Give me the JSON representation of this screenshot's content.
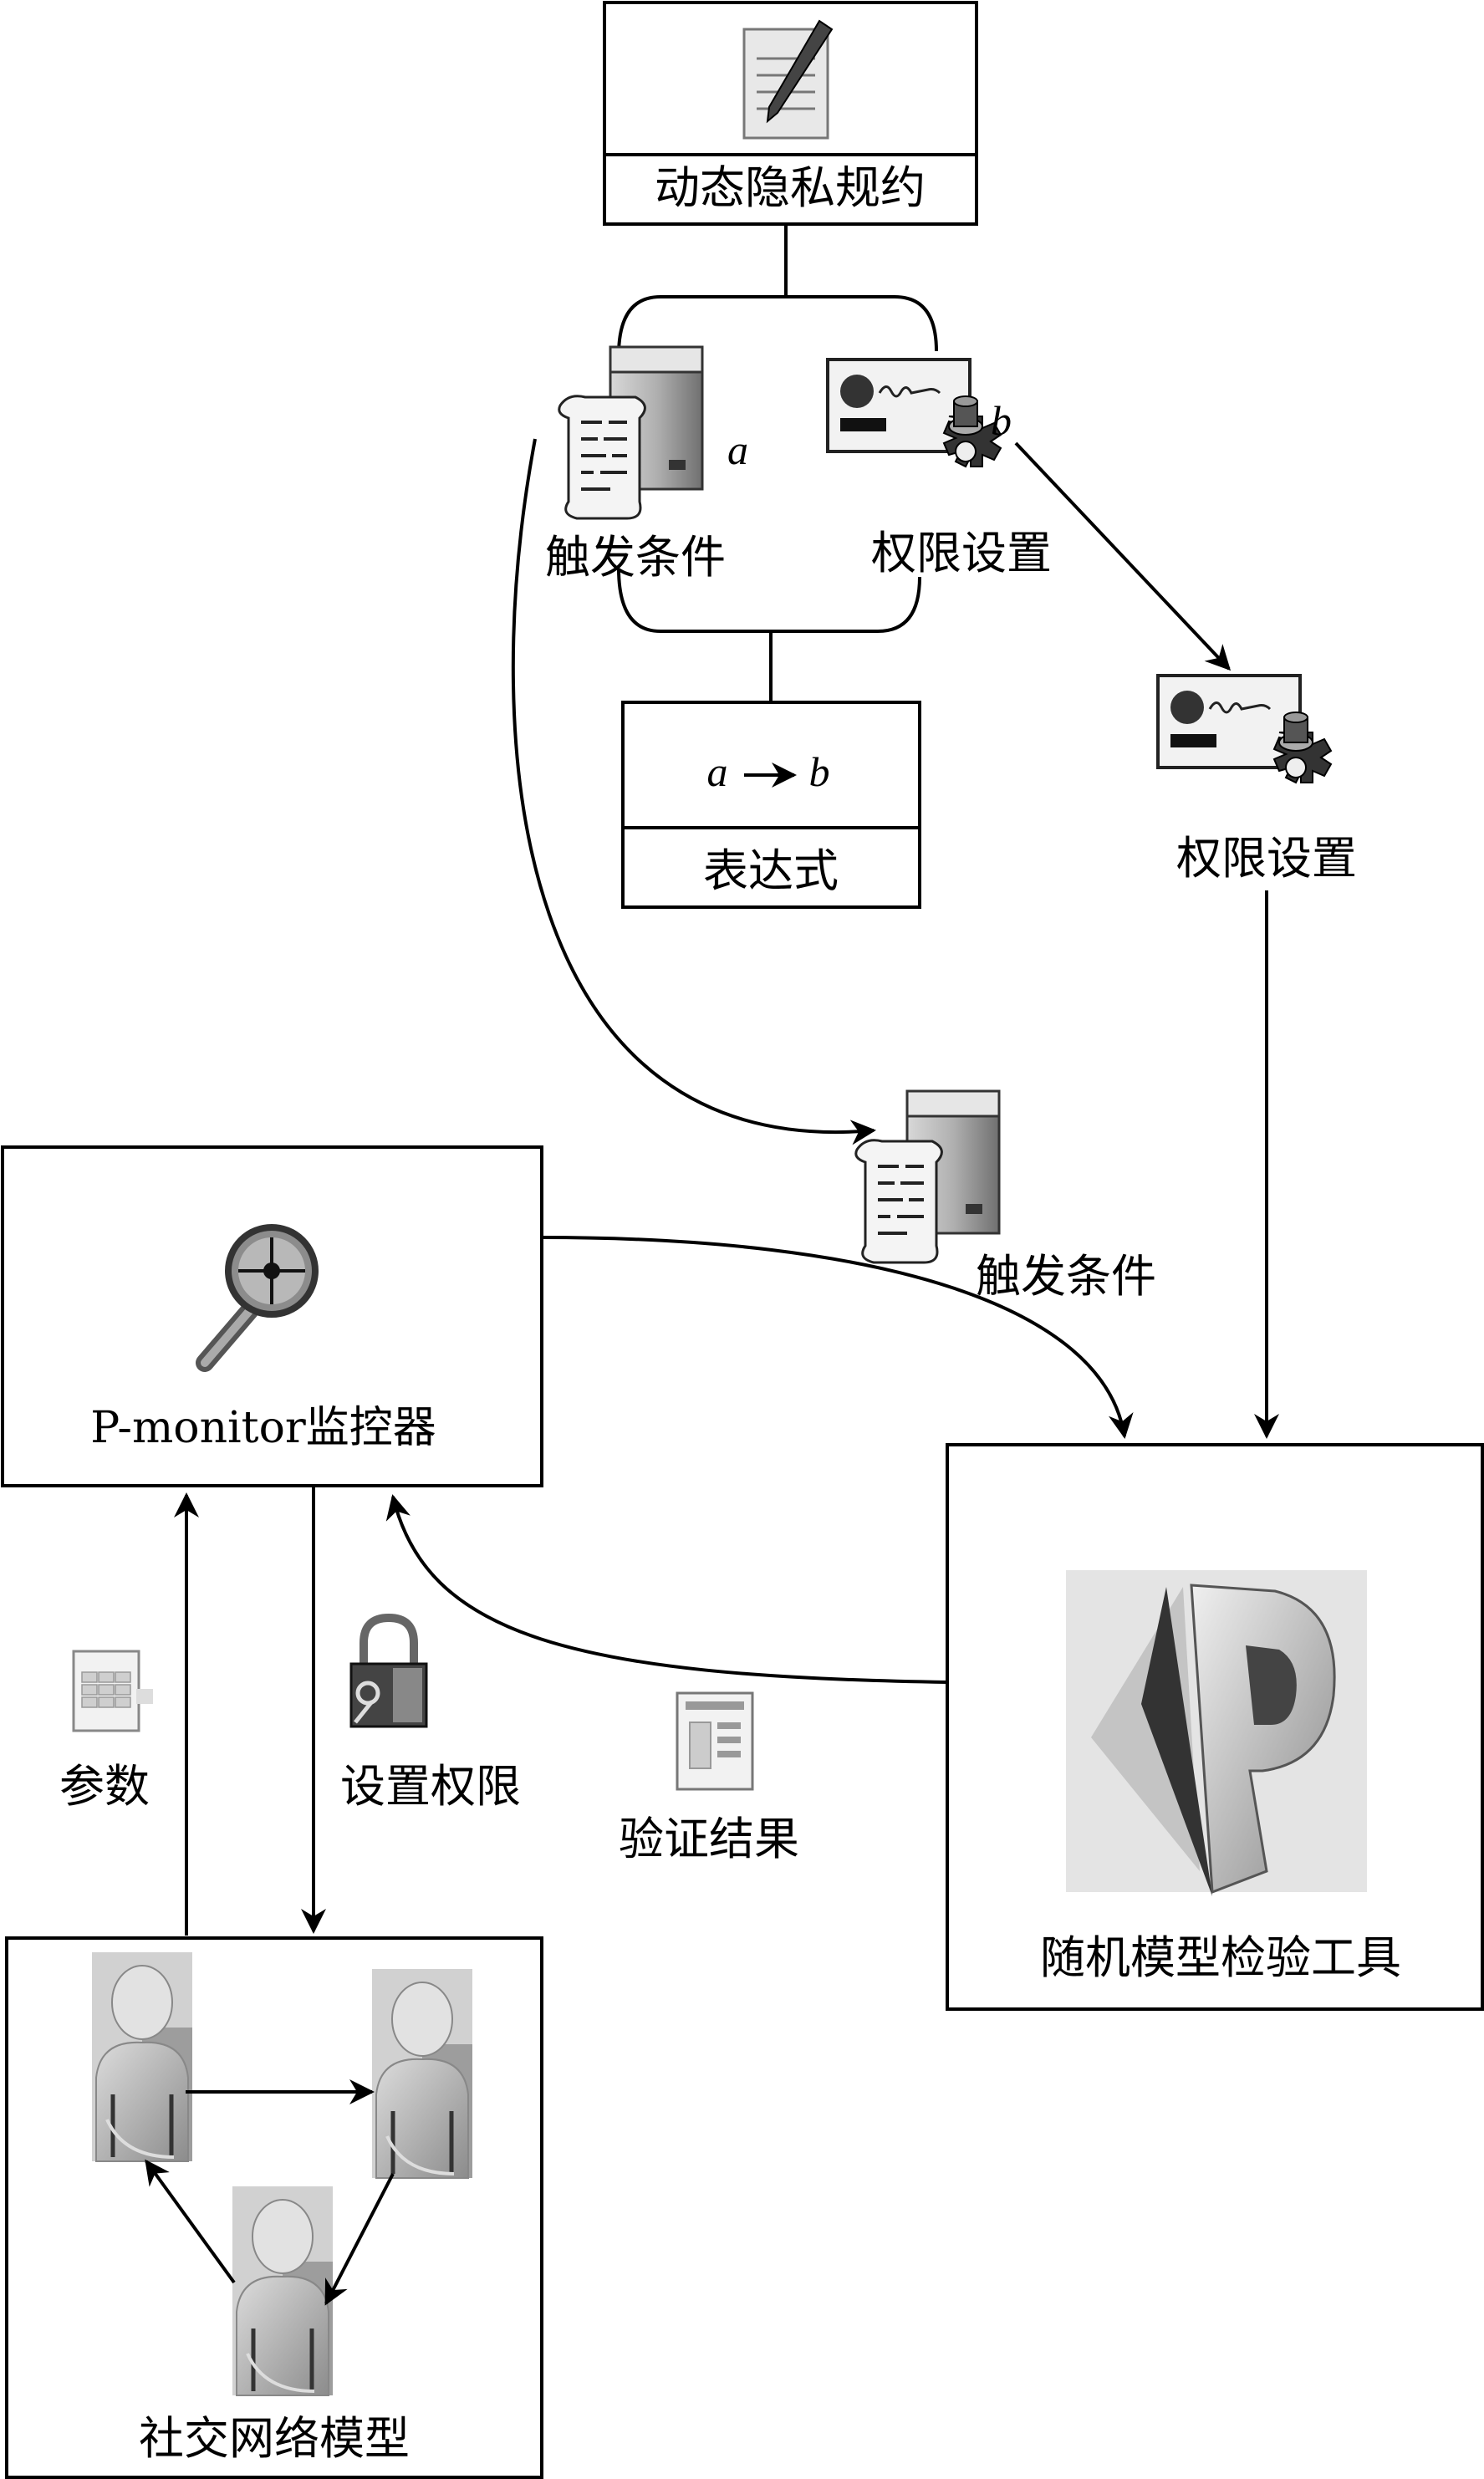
{
  "policy_box": {
    "label": "动态隐私规约",
    "icon": "document-pen-icon"
  },
  "trigger_top": {
    "label": "触发条件",
    "tag": "a",
    "icon": "server-scroll-icon"
  },
  "permission_top": {
    "label": "权限设置",
    "tag": "b",
    "icon": "id-card-gear-icon"
  },
  "expression_box": {
    "label": "表达式",
    "expr_a": "a",
    "expr_b": "b"
  },
  "permission_right": {
    "label": "权限设置",
    "icon": "id-card-gear-icon"
  },
  "trigger_mid": {
    "label": "触发条件",
    "icon": "server-scroll-icon"
  },
  "monitor_box": {
    "label": "P-monitor监控器",
    "icon": "magnifier-icon"
  },
  "checker_box": {
    "label": "随机模型检验工具",
    "icon": "prism-p-logo-icon"
  },
  "params": {
    "label": "参数",
    "icon": "spreadsheet-icon"
  },
  "set_perm": {
    "label": "设置权限",
    "icon": "lock-key-icon"
  },
  "verify": {
    "label": "验证结果",
    "icon": "report-document-icon"
  },
  "social_box": {
    "label": "社交网络模型",
    "icon": "user-figure-icon"
  },
  "colors": {
    "line": "#000000",
    "server": "#8a8a8a",
    "person": "#9a9a9a"
  }
}
